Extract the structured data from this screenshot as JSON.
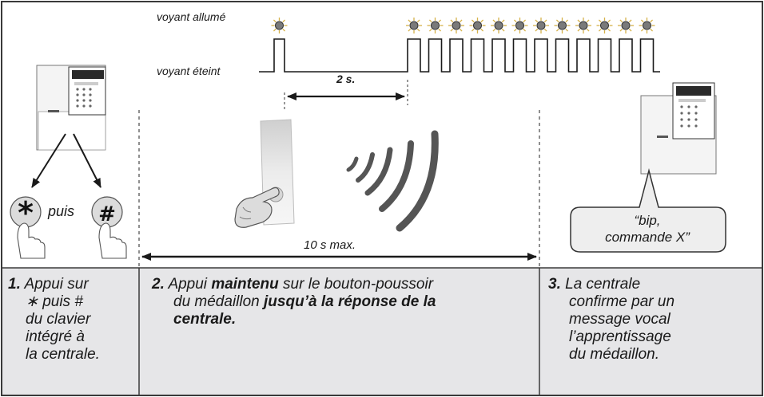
{
  "signal": {
    "label_on": "voyant allumé",
    "label_off": "voyant éteint",
    "interval_label": "2 s.",
    "blink_count": 12
  },
  "step1": {
    "key_star": "*",
    "key_hash": "#",
    "puis": "puis",
    "number": "1.",
    "line1": "Appui sur",
    "line2_symbol": "∗",
    "line2_text": " puis #",
    "line3": "du clavier",
    "line4": "intégré à",
    "line5": "la centrale."
  },
  "step2": {
    "duration_label": "10 s max.",
    "number": "2.",
    "text_a": "Appui ",
    "text_bold1": "maintenu",
    "text_b": " sur le bouton-poussoir",
    "text_c": "du médaillon ",
    "text_bold2": "jusqu’à la réponse de la",
    "text_bold3": "centrale."
  },
  "step3": {
    "bubble_line1": "“bip,",
    "bubble_line2": "commande X”",
    "number": "3.",
    "line1": "La centrale",
    "line2": "confirme par un",
    "line3": "message vocal",
    "line4": "l’apprentissage",
    "line5": "du médaillon."
  },
  "colors": {
    "border": "#3a3a3a",
    "caption_bg": "#e6e6e8",
    "device_fill": "#f4f4f4",
    "device_screen": "#2a2a2a",
    "led_glow": "#d6b24a",
    "remote_fill": "#e9e9e9",
    "bubble_fill": "#eeeeee"
  }
}
